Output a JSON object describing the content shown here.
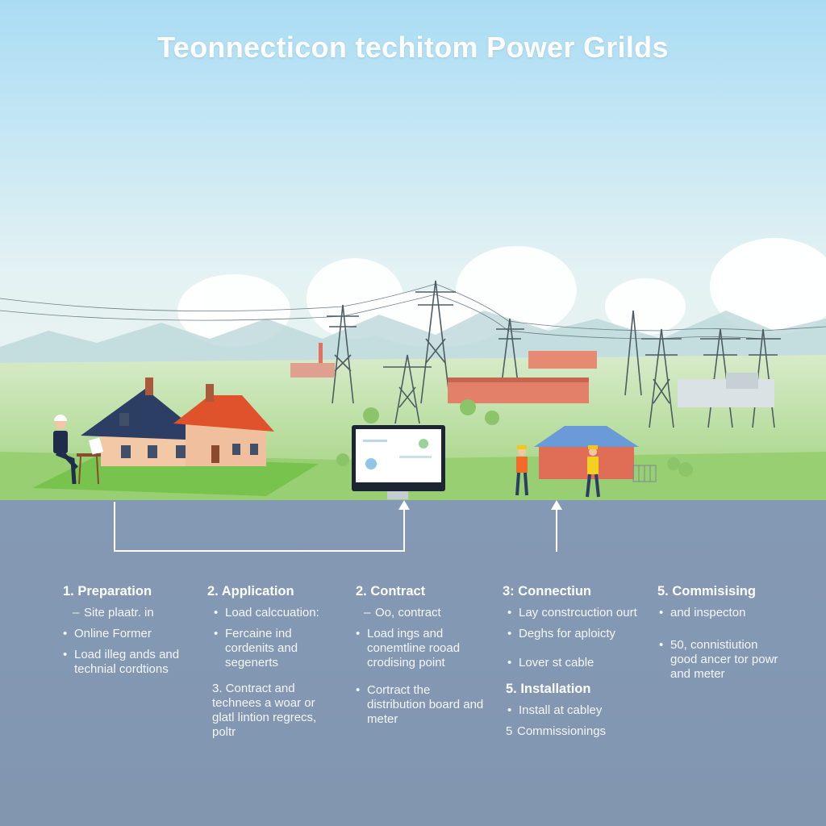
{
  "title": "Teonnecticon techitom Power Grilds",
  "colors": {
    "sky_top": "#a9dcf4",
    "ground": "#9fd27c",
    "panel": "#8499b4",
    "roof_blue": "#2c3e63",
    "roof_red": "#e0522c"
  },
  "steps": [
    {
      "heading": "1. Preparation",
      "items": [
        {
          "bullet": "–",
          "text": "Site plaatr. in"
        },
        {
          "bullet": "•",
          "text": "Online Former"
        },
        {
          "bullet": "•",
          "text": "Load illeg ands and technial cordtions"
        }
      ]
    },
    {
      "heading": "2. Application",
      "items": [
        {
          "bullet": "•",
          "text": "Load calccuation:"
        },
        {
          "bullet": "•",
          "text": "Fercaine ind cordenits and segenerts"
        }
      ],
      "sub_heading": "3. Contract and technees a woar or glatl lintion regrecs, poltr"
    },
    {
      "heading": "2. Contract",
      "items": [
        {
          "bullet": "–",
          "text": "Oo, contract"
        },
        {
          "bullet": "•",
          "text": "Load ings and conemtline rooad crodising point"
        },
        {
          "bullet": "•",
          "text": "Cortract the distribution board and meter"
        }
      ]
    },
    {
      "heading": "3: Connectiun",
      "items": [
        {
          "bullet": "•",
          "text": "Lay constrcuction ourt"
        },
        {
          "bullet": "•",
          "text": "Deghs for aploicty"
        },
        {
          "bullet": "•",
          "text": "Lover st cable"
        }
      ],
      "sub_heading": "5. Installation",
      "sub_items": [
        {
          "bullet": "•",
          "text": "Install at cabley"
        },
        {
          "bullet": "5",
          "text": "Commissionings"
        }
      ]
    },
    {
      "heading": "5. Commisising",
      "items": [
        {
          "bullet": "•",
          "text": "and inspecton"
        },
        {
          "bullet": "•",
          "text": "50, connistiution good ancer tor powr and meter"
        }
      ]
    }
  ]
}
